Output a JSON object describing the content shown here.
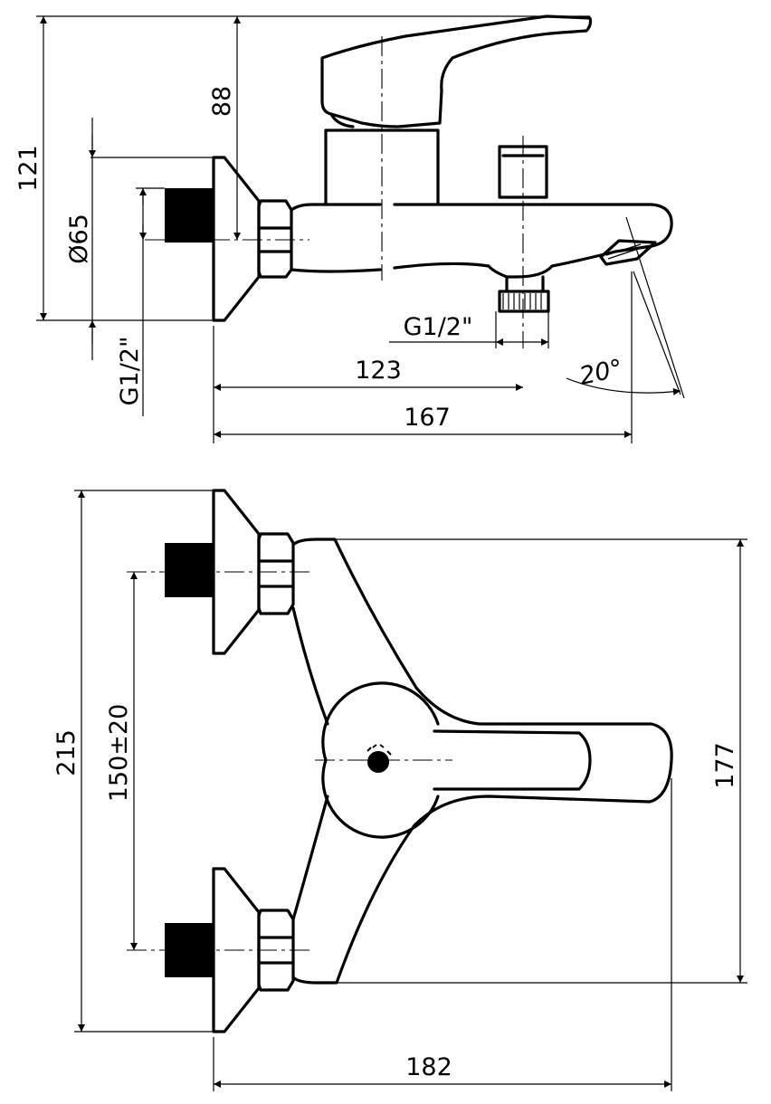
{
  "side_view": {
    "dims": {
      "total_height": "121",
      "lever_height": "88",
      "flange_diameter": "Ø65",
      "inlet_thread": "G1/2\"",
      "outlet_thread": "G1/2\"",
      "outlet_distance": "123",
      "spout_reach": "167",
      "spout_angle": "20°"
    }
  },
  "top_view": {
    "dims": {
      "overall_height": "215",
      "inlet_spacing": "150±20",
      "body_span": "177",
      "overall_length": "182"
    }
  }
}
